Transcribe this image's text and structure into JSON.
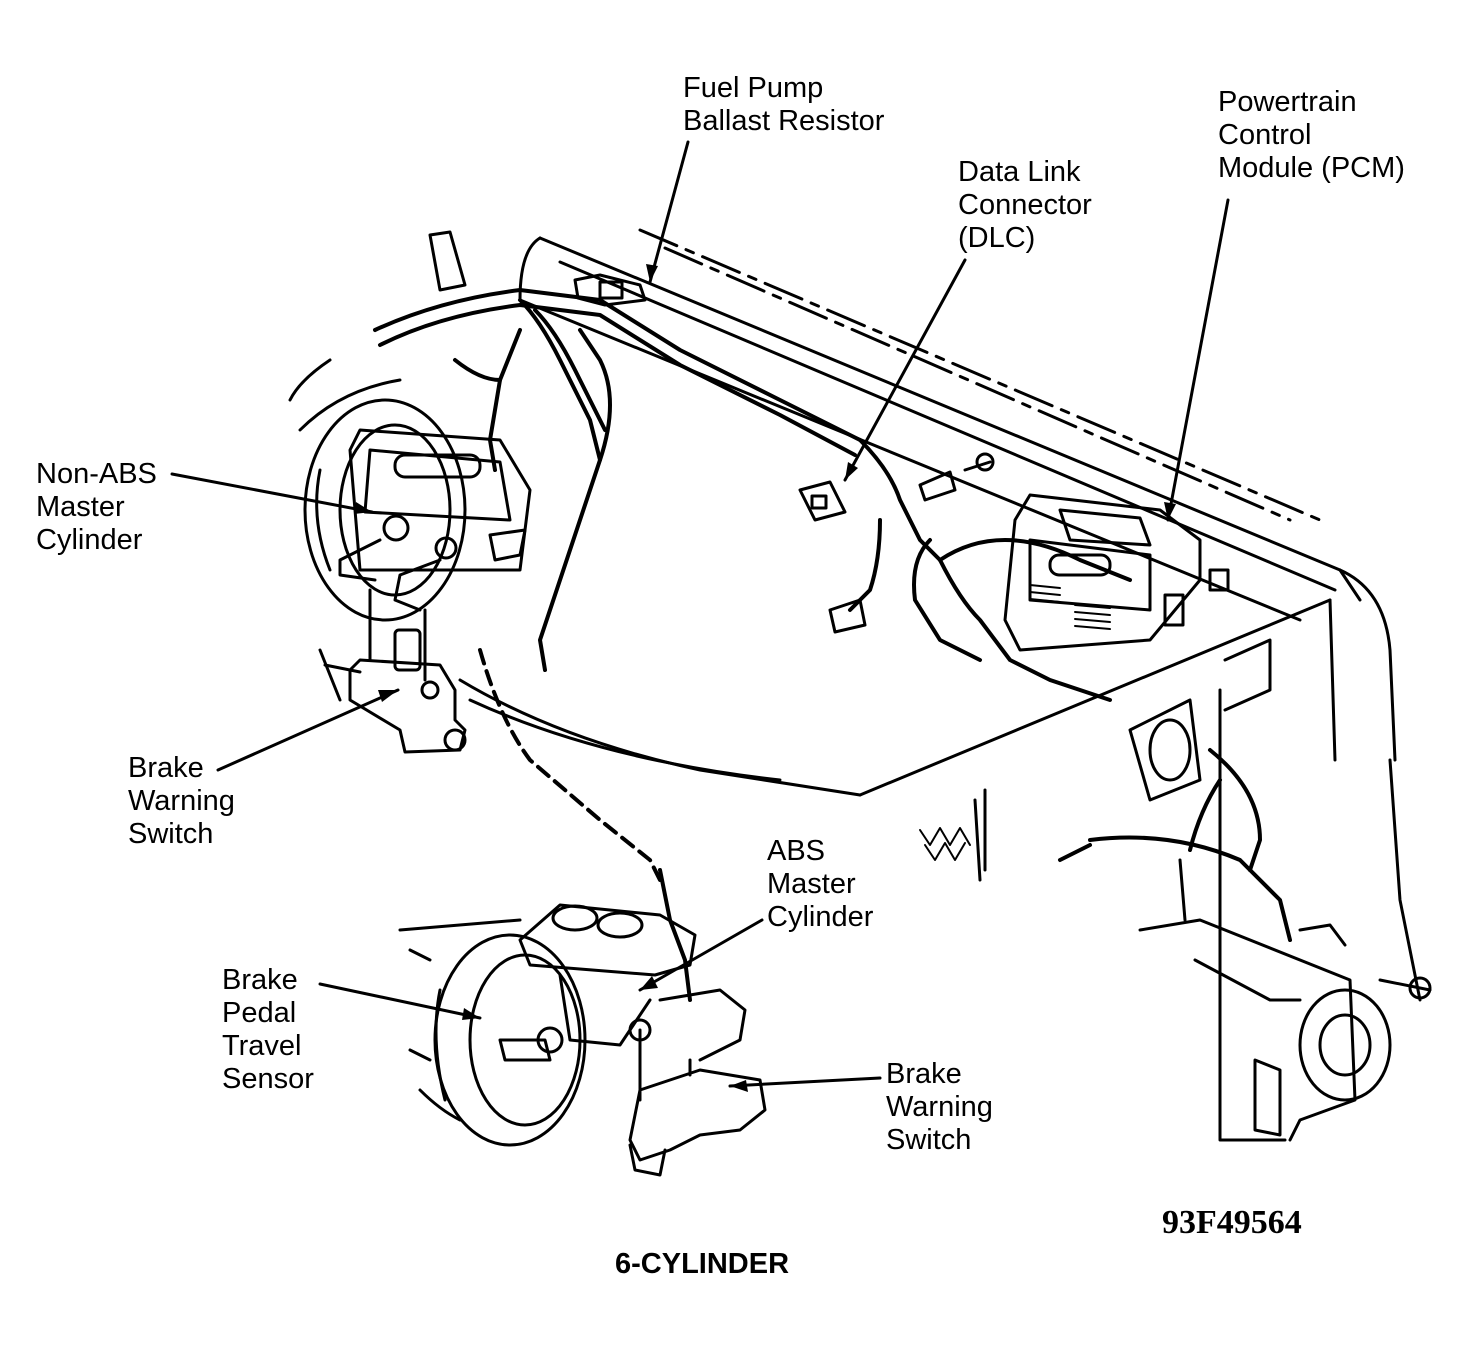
{
  "diagram": {
    "labels": {
      "fuel_pump_ballast_resistor": [
        "Fuel Pump",
        "Ballast Resistor"
      ],
      "powertrain_control_module": [
        "Powertrain",
        "Control",
        "Module (PCM)"
      ],
      "data_link_connector": [
        "Data Link",
        "Connector",
        "(DLC)"
      ],
      "non_abs_master_cylinder": [
        "Non-ABS",
        "Master",
        "Cylinder"
      ],
      "brake_warning_switch_upper": [
        "Brake",
        "Warning",
        "Switch"
      ],
      "abs_master_cylinder": [
        "ABS",
        "Master",
        "Cylinder"
      ],
      "brake_pedal_travel_sensor": [
        "Brake",
        "Pedal",
        "Travel",
        "Sensor"
      ],
      "brake_warning_switch_lower": [
        "Brake",
        "Warning",
        "Switch"
      ]
    },
    "figure_id": "93F49564",
    "caption": "6-CYLINDER"
  }
}
